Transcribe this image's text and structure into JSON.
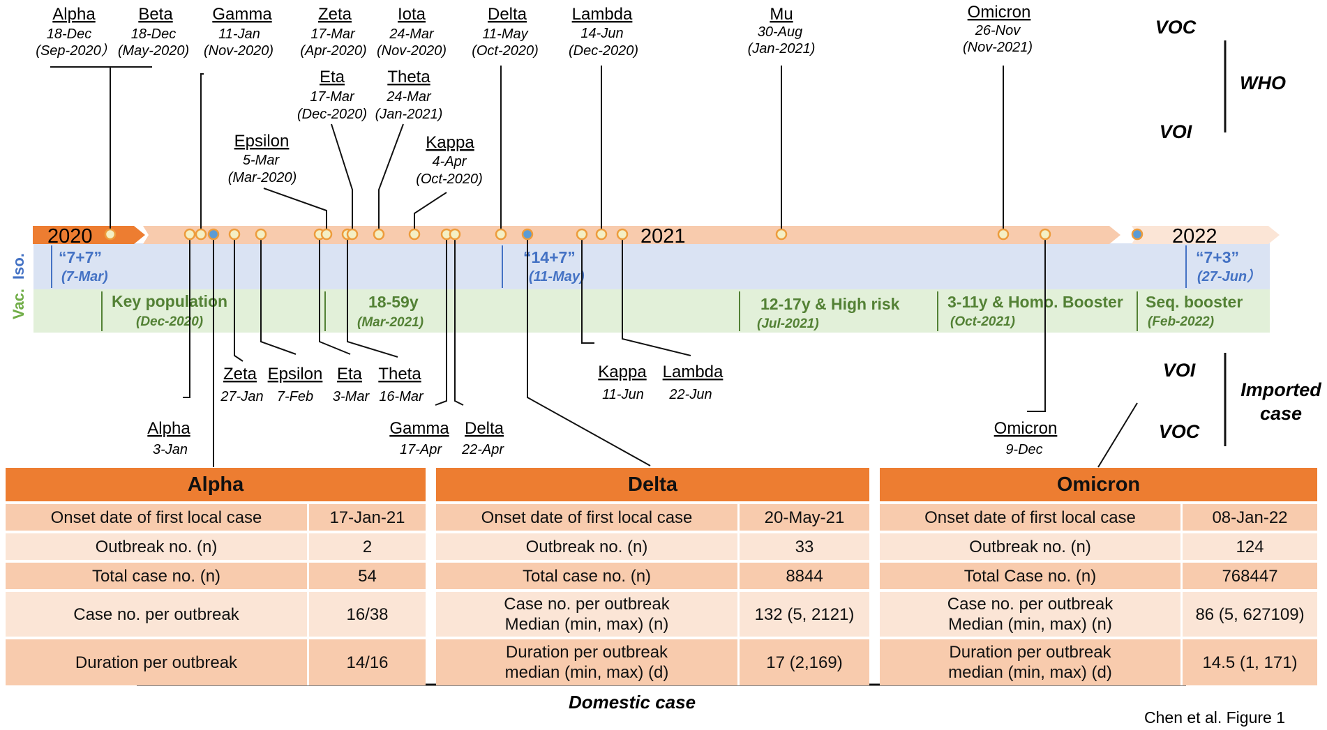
{
  "timeline": {
    "years": [
      "2020",
      "2021",
      "2022"
    ],
    "right_labels": {
      "voc_top": "VOC",
      "who": "WHO",
      "voi_top": "VOI",
      "voi_bottom": "VOI",
      "imported_line1": "Imported",
      "imported_line2": "case",
      "voc_bottom": "VOC"
    },
    "who_labels": [
      {
        "name": "Alpha",
        "date": "18-Dec",
        "origin": "(Sep-2020）"
      },
      {
        "name": "Beta",
        "date": "18-Dec",
        "origin": "(May-2020)"
      },
      {
        "name": "Gamma",
        "date": "11-Jan",
        "origin": "(Nov-2020)"
      },
      {
        "name": "Zeta",
        "date": "17-Mar",
        "origin": "(Apr-2020)"
      },
      {
        "name": "Iota",
        "date": "24-Mar",
        "origin": "(Nov-2020)"
      },
      {
        "name": "Delta",
        "date": "11-May",
        "origin": "(Oct-2020)"
      },
      {
        "name": "Lambda",
        "date": "14-Jun",
        "origin": "(Dec-2020)"
      },
      {
        "name": "Mu",
        "date": "30-Aug",
        "origin": "(Jan-2021)"
      },
      {
        "name": "Omicron",
        "date": "26-Nov",
        "origin": "(Nov-2021)"
      },
      {
        "name": "Eta",
        "date": "17-Mar",
        "origin": "(Dec-2020)"
      },
      {
        "name": "Theta",
        "date": "24-Mar",
        "origin": "(Jan-2021)"
      },
      {
        "name": "Epsilon",
        "date": "5-Mar",
        "origin": "(Mar-2020)"
      },
      {
        "name": "Kappa",
        "date": "4-Apr",
        "origin": "(Oct-2020)"
      }
    ],
    "imported_labels": [
      {
        "name": "Zeta",
        "date": "27-Jan"
      },
      {
        "name": "Epsilon",
        "date": "7-Feb"
      },
      {
        "name": "Eta",
        "date": "3-Mar"
      },
      {
        "name": "Theta",
        "date": "16-Mar"
      },
      {
        "name": "Kappa",
        "date": "11-Jun"
      },
      {
        "name": "Lambda",
        "date": "22-Jun"
      },
      {
        "name": "Alpha",
        "date": "3-Jan"
      },
      {
        "name": "Gamma",
        "date": "17-Apr"
      },
      {
        "name": "Delta",
        "date": "22-Apr"
      },
      {
        "name": "Omicron",
        "date": "9-Dec"
      }
    ],
    "isolation": {
      "axis_label": "Iso.",
      "policies": [
        {
          "quote": "“7+7”",
          "date": "(7-Mar)"
        },
        {
          "quote": "“14+7”",
          "date": "(11-May)"
        },
        {
          "quote": "“7+3”",
          "date": "(27-Jun）"
        }
      ]
    },
    "vaccination": {
      "axis_label": "Vac.",
      "phases": [
        {
          "group": "Key population",
          "date": "(Dec-2020)"
        },
        {
          "group": "18-59y",
          "date": "(Mar-2021)"
        },
        {
          "group": "12-17y & High risk",
          "date": "(Jul-2021)"
        },
        {
          "group": "3-11y & Homo. Booster",
          "date": "(Oct-2021)"
        },
        {
          "group": "Seq. booster",
          "date": "(Feb-2022)"
        }
      ]
    }
  },
  "tables": [
    {
      "title": "Alpha",
      "rows": [
        {
          "label": [
            "Onset date of first local case"
          ],
          "value": "17-Jan-21"
        },
        {
          "label": [
            "Outbreak no. (n)"
          ],
          "value": "2"
        },
        {
          "label": [
            "Total case no. (n)"
          ],
          "value": "54"
        },
        {
          "label": [
            "Case no. per outbreak"
          ],
          "value": "16/38"
        },
        {
          "label": [
            "Duration per outbreak"
          ],
          "value": "14/16"
        }
      ]
    },
    {
      "title": "Delta",
      "rows": [
        {
          "label": [
            "Onset date of first local case"
          ],
          "value": "20-May-21"
        },
        {
          "label": [
            "Outbreak no. (n)"
          ],
          "value": "33"
        },
        {
          "label": [
            "Total case no. (n)"
          ],
          "value": "8844"
        },
        {
          "label": [
            "Case no. per outbreak",
            "Median (min, max) (n)"
          ],
          "value": "132 (5, 2121)"
        },
        {
          "label": [
            "Duration per outbreak",
            "median (min, max) (d)"
          ],
          "value": "17 (2,169)"
        }
      ]
    },
    {
      "title": "Omicron",
      "rows": [
        {
          "label": [
            "Onset date of first local case"
          ],
          "value": "08-Jan-22"
        },
        {
          "label": [
            "Outbreak no. (n)"
          ],
          "value": "124"
        },
        {
          "label": [
            "Total Case no. (n)"
          ],
          "value": "768447"
        },
        {
          "label": [
            "Case no. per outbreak",
            "Median (min, max) (n)"
          ],
          "value": "86 (5, 627109)"
        },
        {
          "label": [
            "Duration per outbreak",
            "median (min, max) (d)"
          ],
          "value": "14.5 (1, 171)"
        }
      ]
    }
  ],
  "footer": {
    "domestic_label": "Domestic case",
    "credit": "Chen et al. Figure 1"
  },
  "colors": {
    "orange_dark": "#ED7D31",
    "orange_mid": "#F4B183",
    "orange_light": "#F8CBAD",
    "orange_pale": "#FBE5D6",
    "iso_band": "#DAE3F3",
    "iso_text": "#4472C4",
    "vac_band": "#E2F0D9",
    "vac_text": "#538135",
    "marker_fill": "#F4EFC4",
    "marker_blue": "#5B9BD5"
  }
}
